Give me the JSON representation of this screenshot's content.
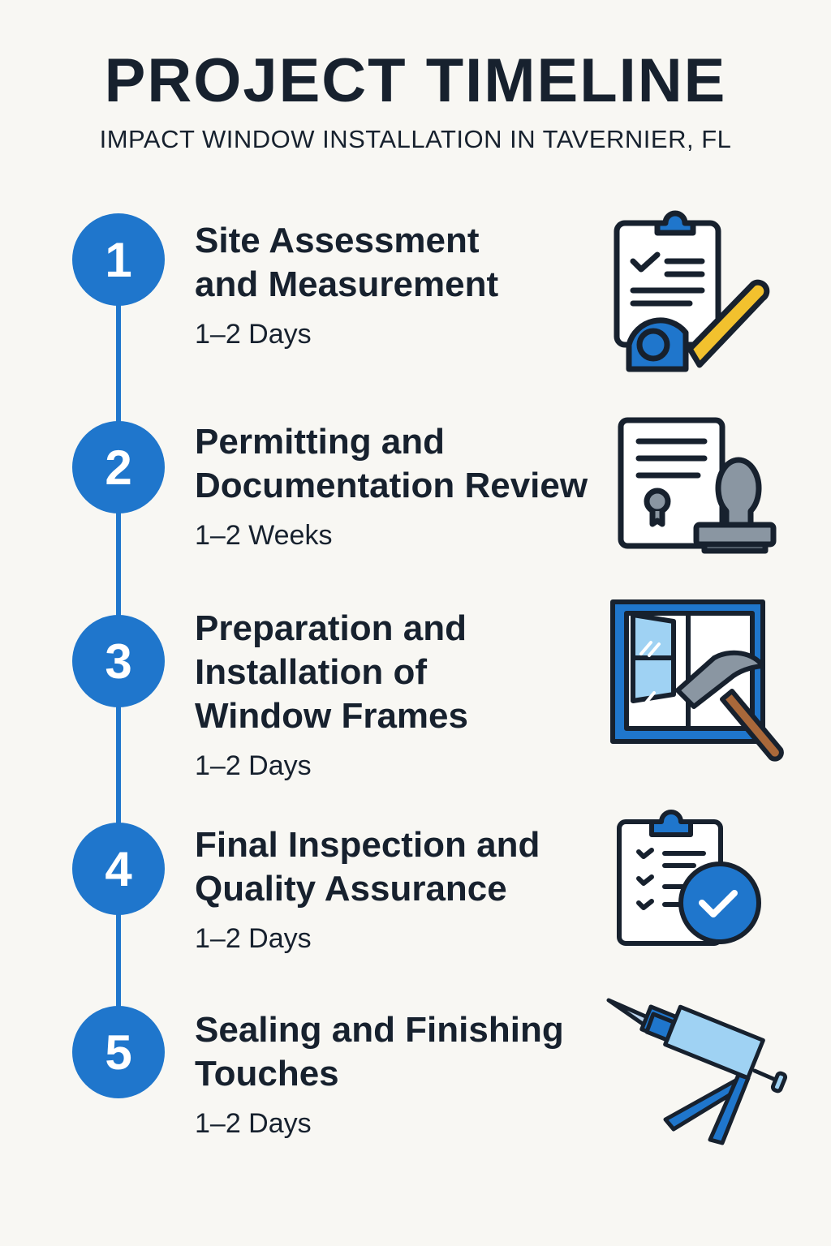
{
  "header": {
    "title": "PROJECT TIMELINE",
    "subtitle": "IMPACT WINDOW INSTALLATION IN TAVERNIER, FL"
  },
  "colors": {
    "accent": "#1f76cc",
    "text": "#17212e",
    "background": "#f8f7f3"
  },
  "steps": [
    {
      "number": "1",
      "title": "Site Assessment\nand Measurement",
      "duration": "1–2 Days",
      "icon": "clipboard-tape-measure-icon"
    },
    {
      "number": "2",
      "title": "Permitting and\nDocumentation Review",
      "duration": "1–2 Weeks",
      "icon": "document-stamp-icon"
    },
    {
      "number": "3",
      "title": "Preparation and\nInstallation of\nWindow Frames",
      "duration": "1–2 Days",
      "icon": "window-hammer-icon"
    },
    {
      "number": "4",
      "title": "Final Inspection and\nQuality Assurance",
      "duration": "1–2 Days",
      "icon": "checklist-check-icon"
    },
    {
      "number": "5",
      "title": "Sealing and Finishing\nTouches",
      "duration": "1–2 Days",
      "icon": "caulking-gun-icon"
    }
  ]
}
